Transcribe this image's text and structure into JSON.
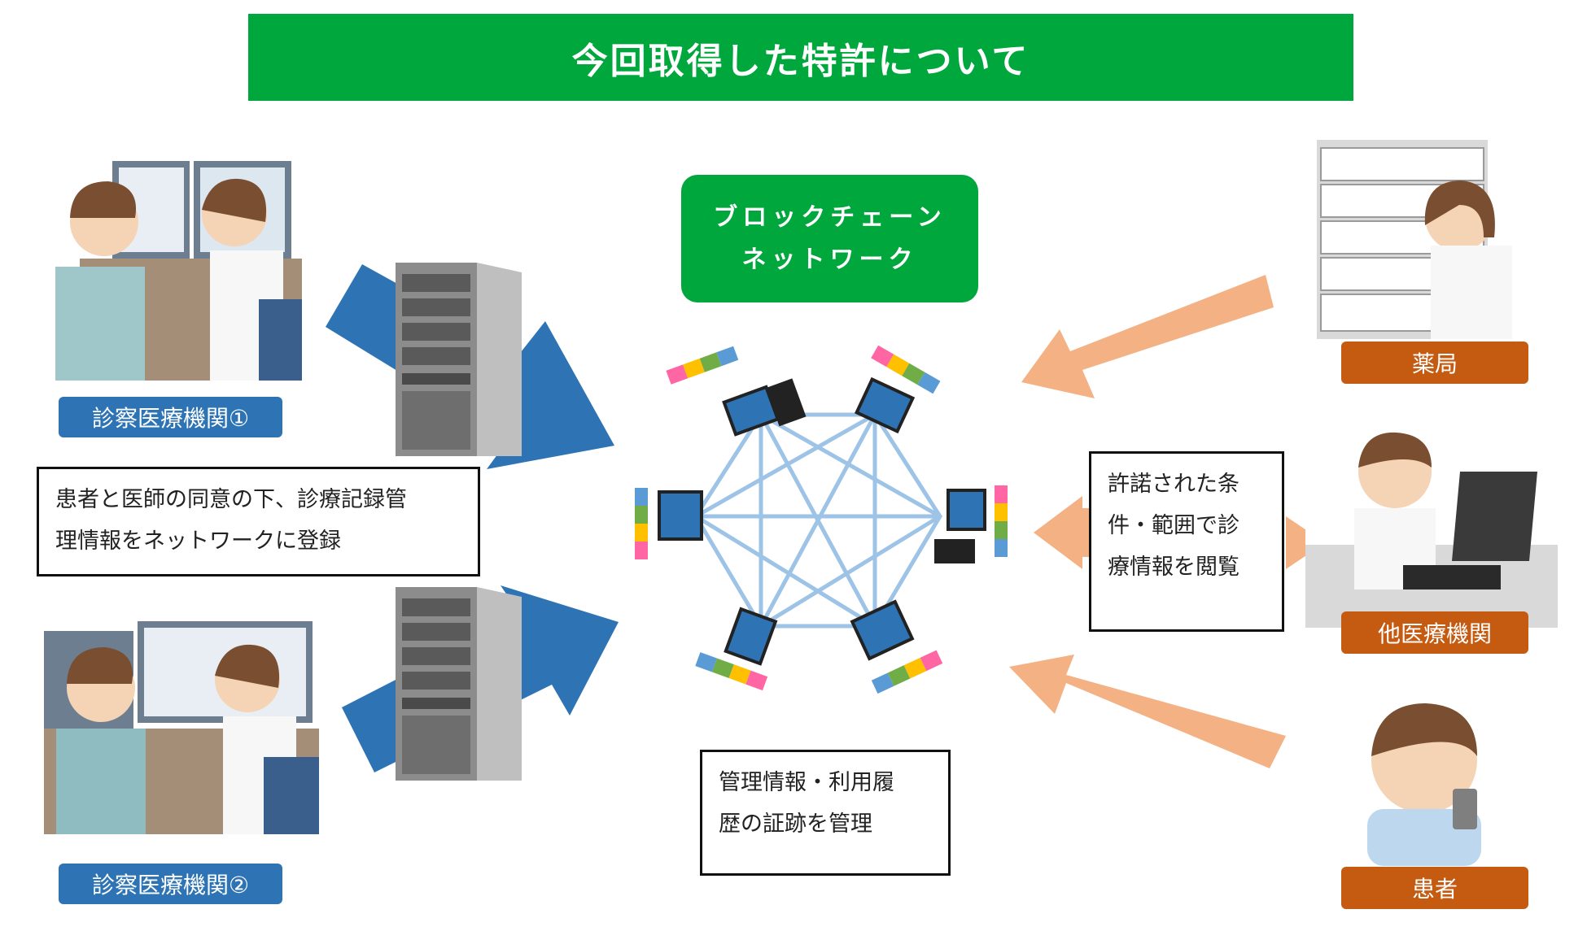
{
  "header": {
    "title": "今回取得した特許について"
  },
  "blockchain": {
    "line1": "ブロックチェーン",
    "line2": "ネットワーク"
  },
  "labels": {
    "clinic1": "診察医療機関①",
    "clinic2": "診察医療機関②",
    "pharmacy": "薬局",
    "other_hospital": "他医療機関",
    "patient": "患者"
  },
  "notes": {
    "register": [
      "患者と医師の同意の下、診療記録管",
      "理情報をネットワークに登録"
    ],
    "view": [
      "許諾された条",
      "件・範囲で診",
      "療情報を閲覧"
    ],
    "manage": [
      "管理情報・利用履",
      "歴の証跡を管理"
    ]
  },
  "colors": {
    "green": "#00a73c",
    "blue_label": "#2e74b5",
    "orange_label": "#c55a11",
    "blue_arrow": "#2e74b5",
    "orange_arrow": "#f4b183",
    "network_line": "#9dc3e6"
  }
}
